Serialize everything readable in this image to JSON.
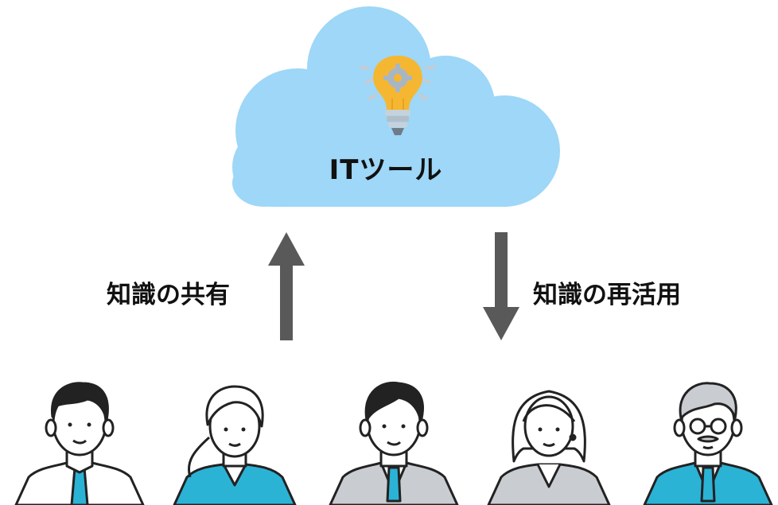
{
  "cloud": {
    "label": "ITツール",
    "icon": "lightbulb-gear-icon",
    "fill": "#9ed7f7"
  },
  "flows": {
    "share_label": "知識の共有",
    "reuse_label": "知識の再活用",
    "arrow_color": "#595959"
  },
  "people": [
    {
      "icon": "man-short-hair-icon"
    },
    {
      "icon": "woman-ponytail-icon"
    },
    {
      "icon": "man-suit-icon"
    },
    {
      "icon": "older-woman-icon"
    },
    {
      "icon": "senior-man-glasses-icon"
    }
  ]
}
